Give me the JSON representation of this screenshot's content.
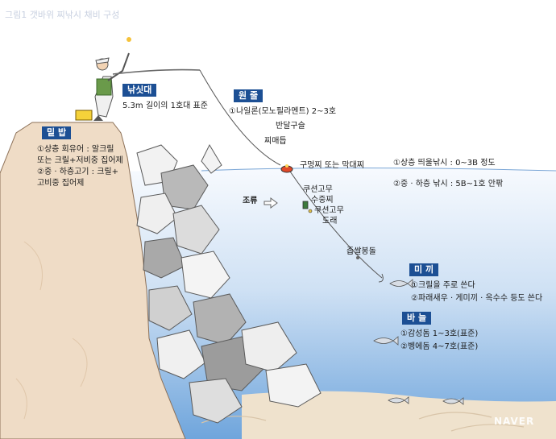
{
  "faint_title": "그림1  갯바위 찌낚시 채비 구성",
  "rod": {
    "tag": "낚싯대",
    "desc": "5.3m 길이의 1호대 표준"
  },
  "main_line": {
    "tag": "원 줄",
    "desc": "①나일론(모노필라멘트) 2~3호",
    "parts": [
      "반달구슬",
      "찌매듭"
    ],
    "float_label": "구멍찌 또는 막대찌"
  },
  "float_weights": [
    "①상층 띄울낚시 : 0~3B 정도",
    "②중 · 하층 낚시 : 5B~1호 안팎"
  ],
  "groundbait": {
    "tag": "밑 밥",
    "lines": [
      "①상층  회유어  :  알크릴",
      "또는 크릴+저비중 집어제",
      "②중 · 하층고기  :  크릴+",
      "고비중 집어제"
    ]
  },
  "current_label": "조류",
  "rig_parts": [
    "쿠션고무",
    "수중찌",
    "쿠션고무",
    "도래"
  ],
  "split_shot": "좁쌀봉돌",
  "bait": {
    "tag": "미 끼",
    "lines": [
      "①크릴을 주로 쓴다",
      "②파래새우 · 게미끼 · 옥수수 등도 쓴다"
    ]
  },
  "hook": {
    "tag": "바 늘",
    "lines": [
      "①감성돔 1~3호(표준)",
      "②벵에돔 4~7호(표준)"
    ]
  },
  "watermark": "NAVER",
  "colors": {
    "tag_bg": "#1c4f94",
    "water_top": "#f4f8fd",
    "water_bottom": "#7fb1e2",
    "rock": "#eedcc8",
    "tetrapod_light": "#f2f2f2",
    "tetrapod_dark": "#a6a6a6"
  }
}
